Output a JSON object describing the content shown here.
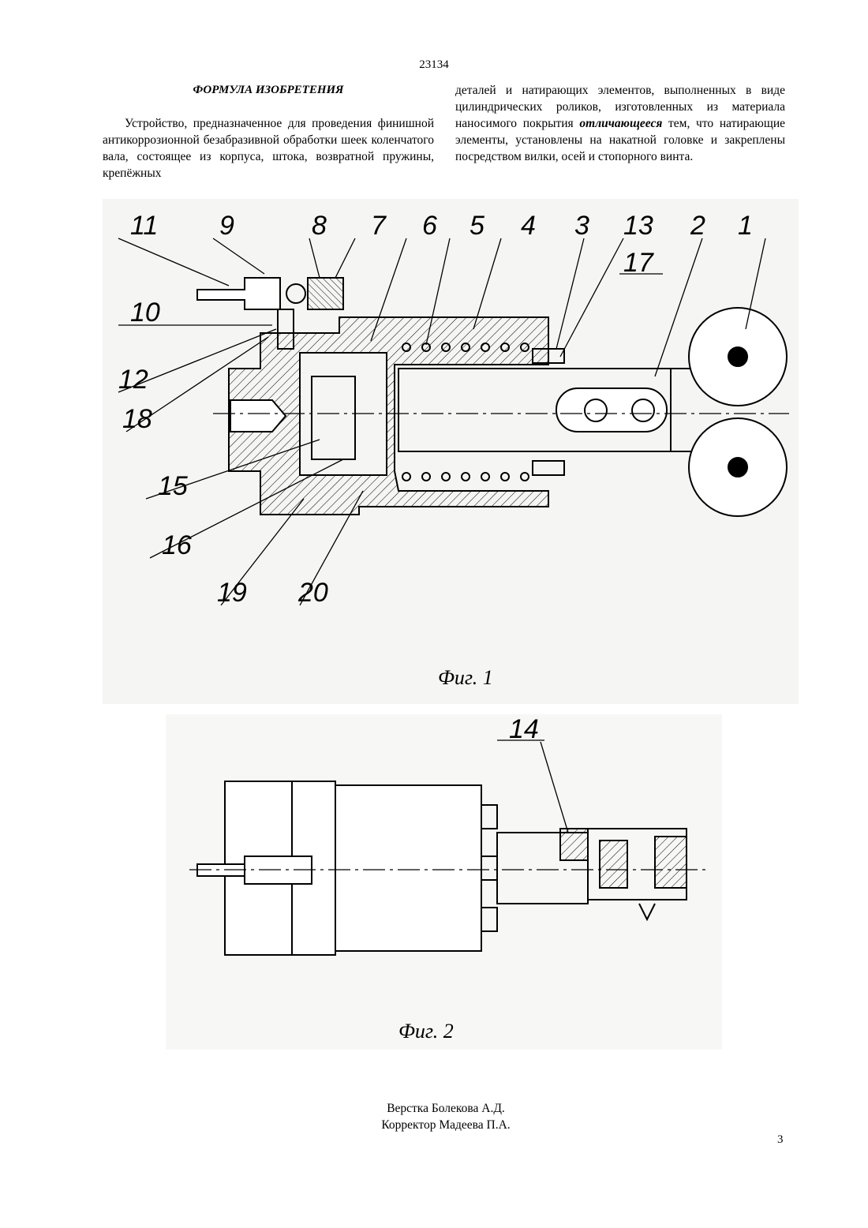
{
  "header": {
    "page_number": "23134"
  },
  "left_column": {
    "heading": "ФОРМУЛА ИЗОБРЕТЕНИЯ",
    "paragraph": "Устройство, предназначенное для проведения финишной антикоррозионной безабразивной обработки шеек коленчатого вала, состоящее из корпуса, штока, возвратной пружины, крепёжных"
  },
  "right_column": {
    "text_before": "деталей и натирающих элементов, выполненных в виде цилиндрических роликов, изготовленных из материала наносимого покрытия ",
    "emphasis": "отличающееся",
    "text_after": " тем, что натирающие элементы, установлены на накатной головке и закреплены посредством вилки, осей и стопорного винта."
  },
  "figure1": {
    "caption": "Фиг. 1",
    "labels": [
      "11",
      "9",
      "8",
      "7",
      "6",
      "5",
      "4",
      "3",
      "13",
      "2",
      "1",
      "17",
      "10",
      "12",
      "18",
      "15",
      "16",
      "19",
      "20"
    ]
  },
  "figure2": {
    "caption": "Фиг. 2",
    "labels": [
      "14"
    ]
  },
  "footer": {
    "layout_credit": "Верстка Болекова А.Д.",
    "proof_credit": "Корректор Мадеева П.А.",
    "page_number": "3"
  }
}
